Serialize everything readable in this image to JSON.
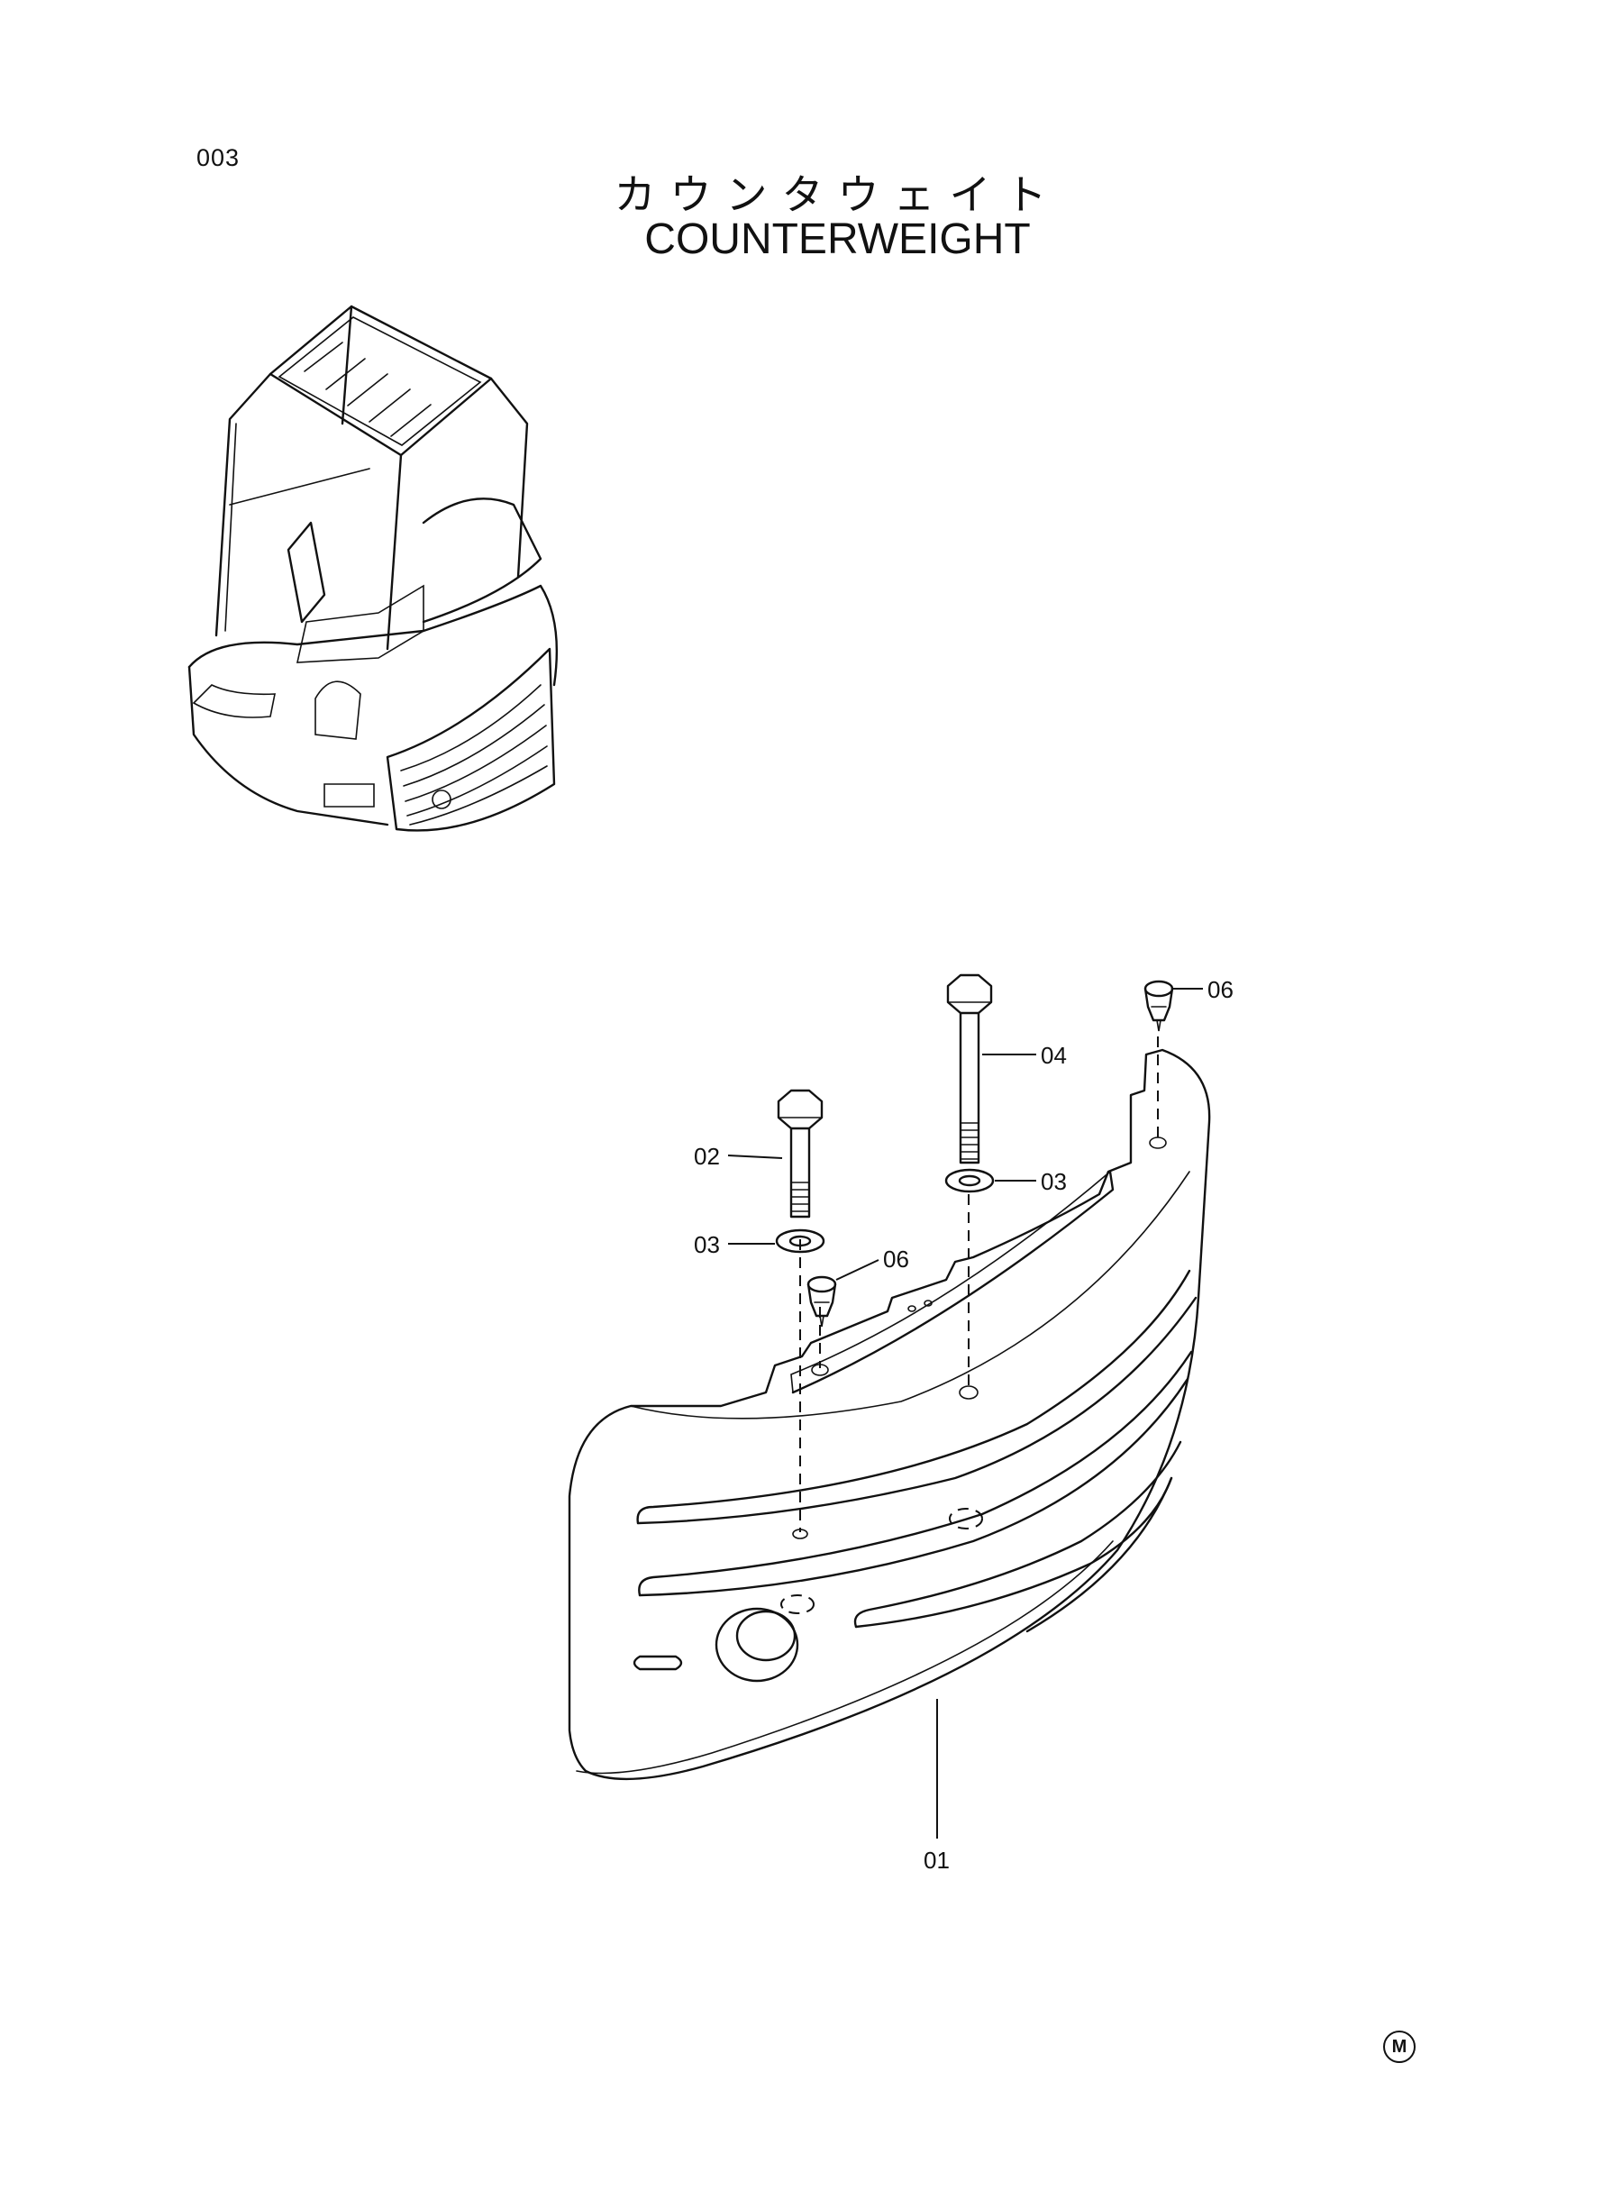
{
  "page": {
    "number": "003",
    "title_jp": "カウンタウェイト",
    "title_en": "COUNTERWEIGHT",
    "mark": "M"
  },
  "parts": [
    {
      "id": "counterweight",
      "ref": "01"
    },
    {
      "id": "bolt-short",
      "ref": "02"
    },
    {
      "id": "washer-left",
      "ref": "03"
    },
    {
      "id": "washer-right",
      "ref": "03"
    },
    {
      "id": "bolt-long",
      "ref": "04"
    },
    {
      "id": "clip-center",
      "ref": "06"
    },
    {
      "id": "clip-right",
      "ref": "06"
    }
  ]
}
